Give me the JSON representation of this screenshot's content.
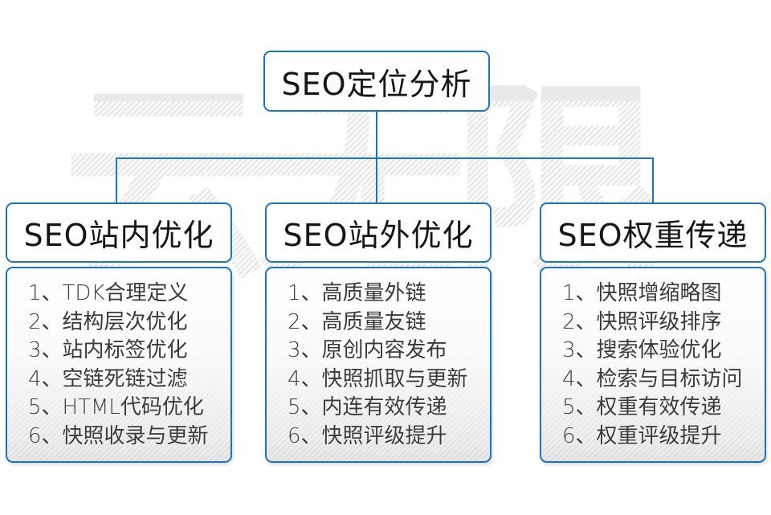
{
  "watermark": {
    "text": "云无限"
  },
  "root": {
    "title": "SEO定位分析"
  },
  "columns": [
    {
      "title": "SEO站内优化",
      "items": [
        "1、TDK合理定义",
        "2、结构层次优化",
        "3、站内标签优化",
        "4、空链死链过滤",
        "5、HTML代码优化",
        "6、快照收录与更新"
      ]
    },
    {
      "title": "SEO站外优化",
      "items": [
        "1、高质量外链",
        "2、高质量友链",
        "3、原创内容发布",
        "4、快照抓取与更新",
        "5、内连有效传递",
        "6、快照评级提升"
      ]
    },
    {
      "title": "SEO权重传递",
      "items": [
        "1、快照增缩略图",
        "2、快照评级排序",
        "3、搜索体验优化",
        "4、检索与目标访问",
        "5、权重有效传递",
        "6、权重评级提升"
      ]
    }
  ],
  "colors": {
    "line_blue": "#1b74c6",
    "watermark_gray": "#e9e9e9",
    "title_text": "#161616",
    "list_text": "#3a3a3a"
  }
}
